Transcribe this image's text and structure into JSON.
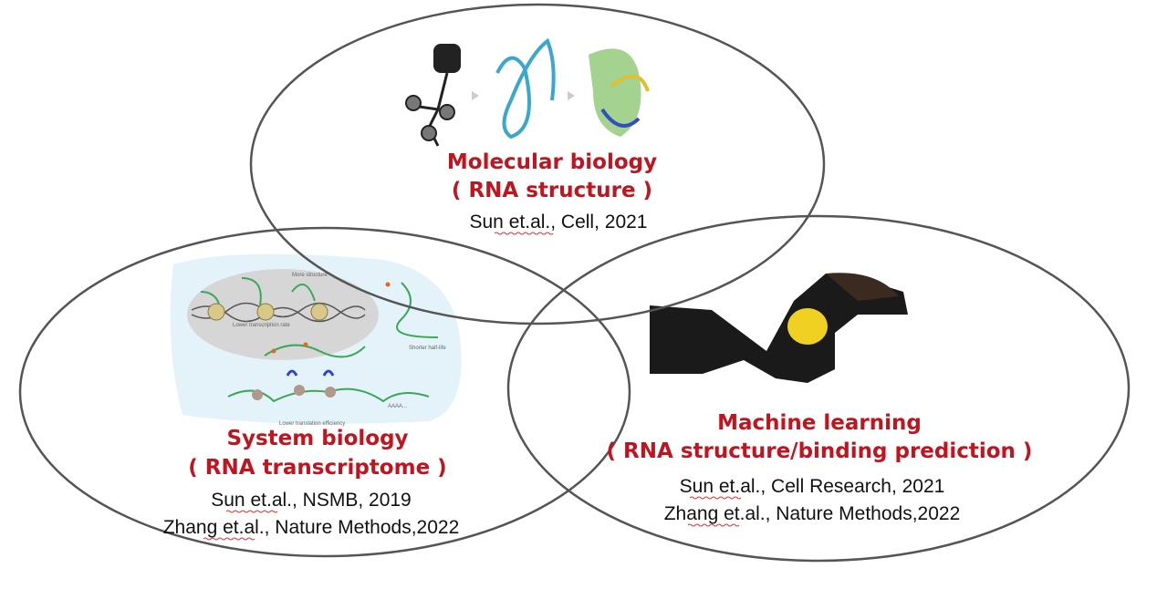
{
  "circles": [
    {
      "id": "molecular",
      "title": "Molecular biology",
      "subtitle": "( RNA structure )",
      "citations": [
        {
          "author": "Sun",
          "etal": "et.al.",
          "rest": ", Cell, 2021"
        }
      ]
    },
    {
      "id": "system",
      "title": "System biology",
      "subtitle": "( RNA transcriptome )",
      "citations": [
        {
          "author": "Sun",
          "etal": "et.al.",
          "rest": ", NSMB, 2019"
        },
        {
          "author": "Zhang",
          "etal": "et.al.",
          "rest": ", Nature Methods,2022"
        }
      ],
      "figure_labels": {
        "more_structure": "More structure",
        "lower_transcription": "Lower transcription rate",
        "shorter_half_life": "Shorter half-life",
        "lower_translation": "Lower translation efficiency",
        "polya": "AAAA..."
      }
    },
    {
      "id": "ml",
      "title": "Machine learning",
      "subtitle": "( RNA structure/binding prediction )",
      "citations": [
        {
          "author": "Sun",
          "etal": "et.al.",
          "rest": ", Cell Research, 2021"
        },
        {
          "author": "Zhang",
          "etal": "et.al.",
          "rest": ", Nature Methods,2022"
        }
      ]
    }
  ],
  "colors": {
    "heading": "#c0141e",
    "outline": "#555555"
  }
}
